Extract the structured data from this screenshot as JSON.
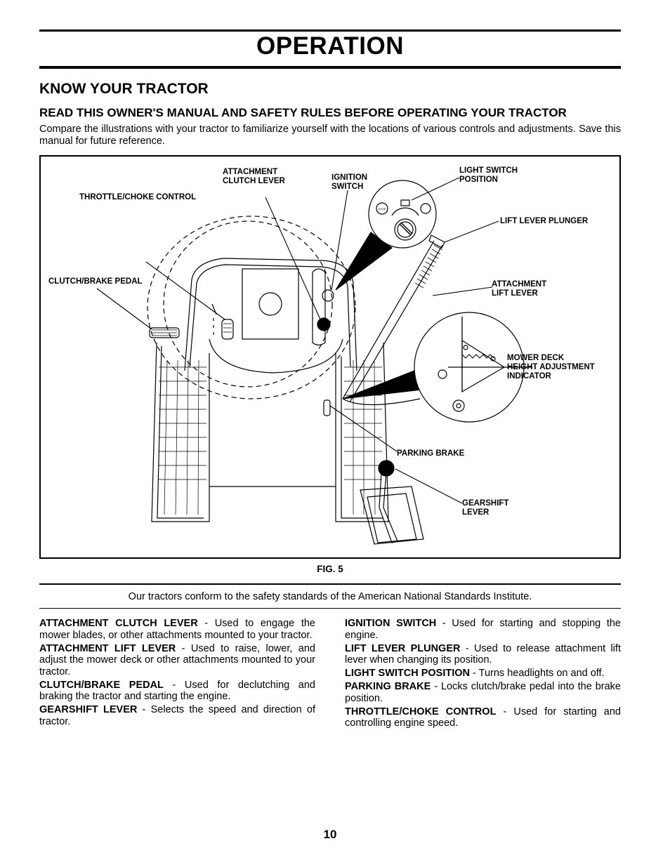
{
  "header": {
    "title": "OPERATION"
  },
  "section": {
    "heading": "KNOW YOUR TRACTOR",
    "subheading": "READ THIS OWNER'S MANUAL AND SAFETY RULES BEFORE OPERATING YOUR TRACTOR",
    "intro": "Compare the illustrations with your tractor to familiarize yourself with the locations of various controls and adjustments. Save this manual for future reference."
  },
  "figure": {
    "caption": "FIG. 5",
    "labels": {
      "attachment_clutch_lever": "ATTACHMENT\nCLUTCH LEVER",
      "ignition_switch": "IGNITION\nSWITCH",
      "light_switch_position": "LIGHT SWITCH\nPOSITION",
      "throttle_choke_control": "THROTTLE/CHOKE CONTROL",
      "lift_lever_plunger": "LIFT LEVER PLUNGER",
      "clutch_brake_pedal": "CLUTCH/BRAKE PEDAL",
      "attachment_lift_lever": "ATTACHMENT\nLIFT LEVER",
      "mower_deck_indicator": "MOWER DECK\nHEIGHT ADJUSTMENT\nINDICATOR",
      "parking_brake": "PARKING BRAKE",
      "gearshift_lever": "GEARSHIFT\nLEVER"
    },
    "switch_marks": {
      "stop": "STOP"
    }
  },
  "ansi_note": "Our tractors conform to the safety standards of the American National Standards Institute.",
  "descriptions": {
    "left": [
      {
        "term": "ATTACHMENT CLUTCH LEVER",
        "text": " - Used to engage the mower blades, or other attachments mounted to your tractor."
      },
      {
        "term": "ATTACHMENT LIFT LEVER",
        "text": " - Used to raise, lower, and adjust the mower deck or other attachments mounted to your tractor."
      },
      {
        "term": "CLUTCH/BRAKE PEDAL",
        "text": " - Used for declutching and braking the tractor and starting the engine."
      },
      {
        "term": "GEARSHIFT LEVER",
        "text": " - Selects the speed and direction of tractor."
      }
    ],
    "right": [
      {
        "term": "IGNITION SWITCH",
        "text": " - Used for starting and stopping the engine."
      },
      {
        "term": "LIFT LEVER PLUNGER",
        "text": " - Used to release attachment lift lever when changing its position."
      },
      {
        "term": "LIGHT SWITCH POSITION",
        "text": " - Turns headlights on and off."
      },
      {
        "term": "PARKING BRAKE",
        "text": " - Locks clutch/brake pedal into the brake position."
      },
      {
        "term": "THROTTLE/CHOKE CONTROL",
        "text": " - Used for starting and controlling engine speed."
      }
    ]
  },
  "page_number": "10"
}
